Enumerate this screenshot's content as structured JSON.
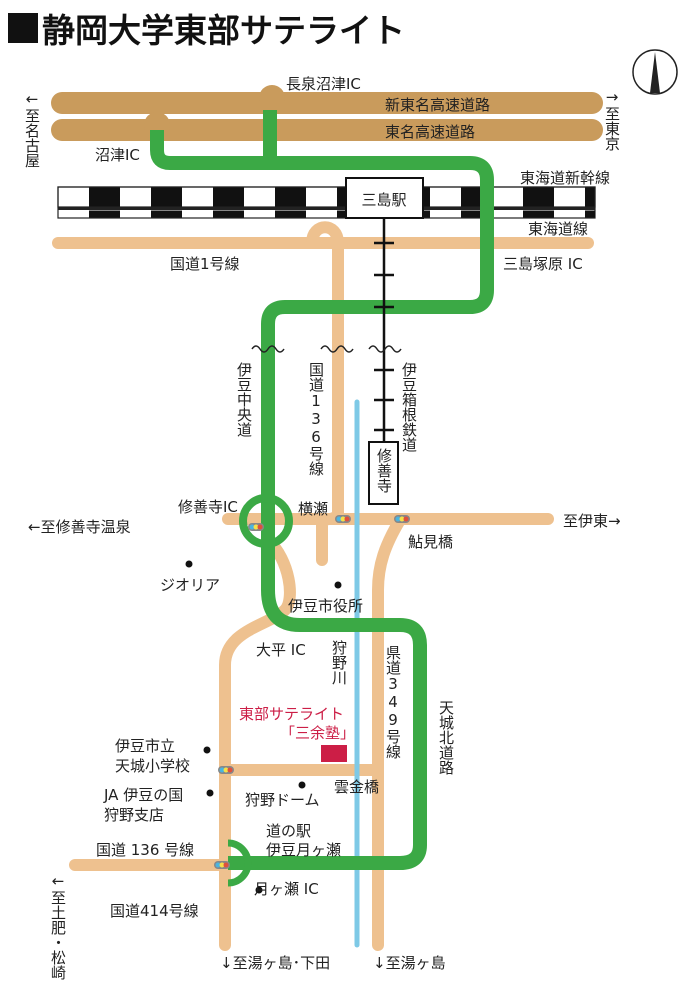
{
  "title": "静岡大学東部サテライト",
  "colors": {
    "expressway": "#c99b5c",
    "road": "#eec18f",
    "green": "#3ba945",
    "river": "#7ec9e6",
    "satellite": "#cc1e46"
  },
  "labels": {
    "nagaizumi_ic": "長泉沼津IC",
    "shin_tomei": "新東名高速道路",
    "tomei": "東名高速道路",
    "to_nagoya": "←至名古屋",
    "to_tokyo": "→至東京",
    "numazu_ic": "沼津IC",
    "shinkansen": "東海道新幹線",
    "mishima_station": "三島駅",
    "tokaido_line": "東海道線",
    "route1": "国道1号線",
    "mishima_tsukahara_ic": "三島塚原 IC",
    "izu_chuo": "伊豆中央道",
    "route136_v": "国道136号線",
    "izuhakone": "伊豆箱根鉄道",
    "shuzenji_station": "修善寺",
    "shuzenji_ic": "修善寺IC",
    "yokose": "横瀬",
    "to_shuzenji_onsen": "←至修善寺温泉",
    "to_ito": "至伊東→",
    "ayumibashi": "鮎見橋",
    "geoleafa": "ジオリア",
    "izu_city_hall": "伊豆市役所",
    "ohira_ic": "大平 IC",
    "kano_river": "狩野川",
    "pref_road349": "県道349号線",
    "amagi_kita": "天城北道路",
    "satellite_1": "東部サテライト",
    "satellite_2": "「三余塾」",
    "amagi_school_1": "伊豆市立",
    "amagi_school_2": "天城小学校",
    "ja_1": "JA 伊豆の国",
    "ja_2": "狩野支店",
    "kano_dome": "狩野ドーム",
    "unkinbashi": "雲金橋",
    "michinoeki_1": "道の駅",
    "michinoeki_2": "伊豆月ヶ瀬",
    "route136_h": "国道 136 号線",
    "tsukigase_ic": "月ヶ瀬 IC",
    "route414": "国道414号線",
    "to_toi": "←至土肥・松崎",
    "to_yugashima_shimoda": "↓至湯ヶ島･下田",
    "to_yugashima": "↓至湯ヶ島"
  }
}
